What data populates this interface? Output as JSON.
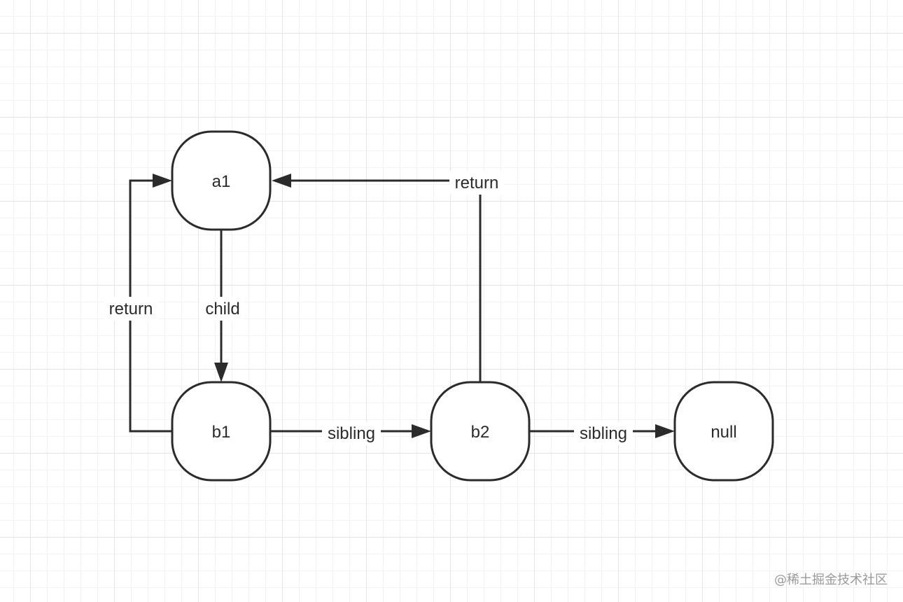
{
  "nodes": {
    "a1": {
      "label": "a1"
    },
    "b1": {
      "label": "b1"
    },
    "b2": {
      "label": "b2"
    },
    "null": {
      "label": "null"
    }
  },
  "edges": {
    "a1_to_b1": {
      "label": "child"
    },
    "b1_to_a1": {
      "label": "return"
    },
    "b2_to_a1": {
      "label": "return"
    },
    "b1_to_b2": {
      "label": "sibling"
    },
    "b2_to_null": {
      "label": "sibling"
    }
  },
  "watermark": "@稀土掘金技术社区",
  "colors": {
    "stroke": "#2b2b2b",
    "grid_major": "#e4e4e4",
    "grid_minor": "#f3f3f3",
    "watermark": "#9a9a9a"
  }
}
